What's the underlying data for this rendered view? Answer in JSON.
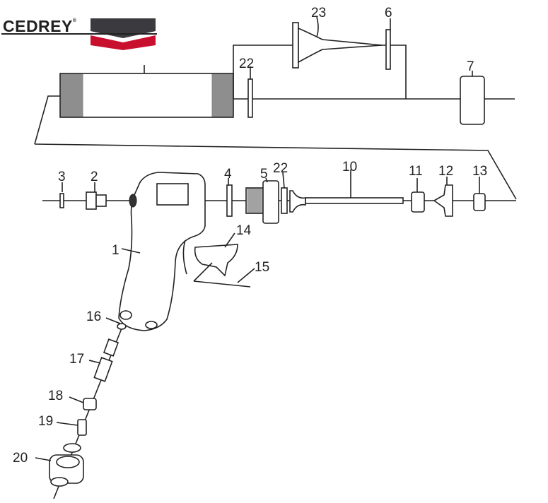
{
  "brand": {
    "name": "CEDREY",
    "mark": "®",
    "colors": {
      "dark": "#3a3a3f",
      "red": "#c8102e"
    }
  },
  "labels": {
    "p1": "1",
    "p2": "2",
    "p3": "3",
    "p4": "4",
    "p5": "5",
    "p6": "6",
    "p7": "7",
    "p10": "10",
    "p11": "11",
    "p12": "12",
    "p13": "13",
    "p14": "14",
    "p15": "15",
    "p16": "16",
    "p17": "17",
    "p18": "18",
    "p19": "19",
    "p20": "20",
    "p22a": "22",
    "p22b": "22",
    "p23": "23"
  }
}
